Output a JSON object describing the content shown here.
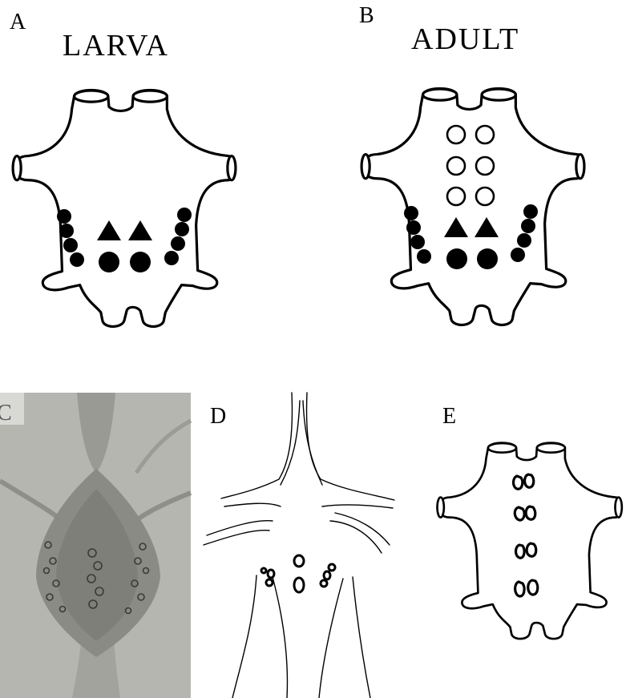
{
  "panels": {
    "a": {
      "letter": "A",
      "title": "LARVA"
    },
    "b": {
      "letter": "B",
      "title": "ADULT"
    },
    "c": {
      "letter": "C"
    },
    "d": {
      "letter": "D"
    },
    "e": {
      "letter": "E"
    }
  },
  "colors": {
    "ink": "#000000",
    "paper": "#ffffff",
    "micrograph": "#b8b8b4"
  }
}
